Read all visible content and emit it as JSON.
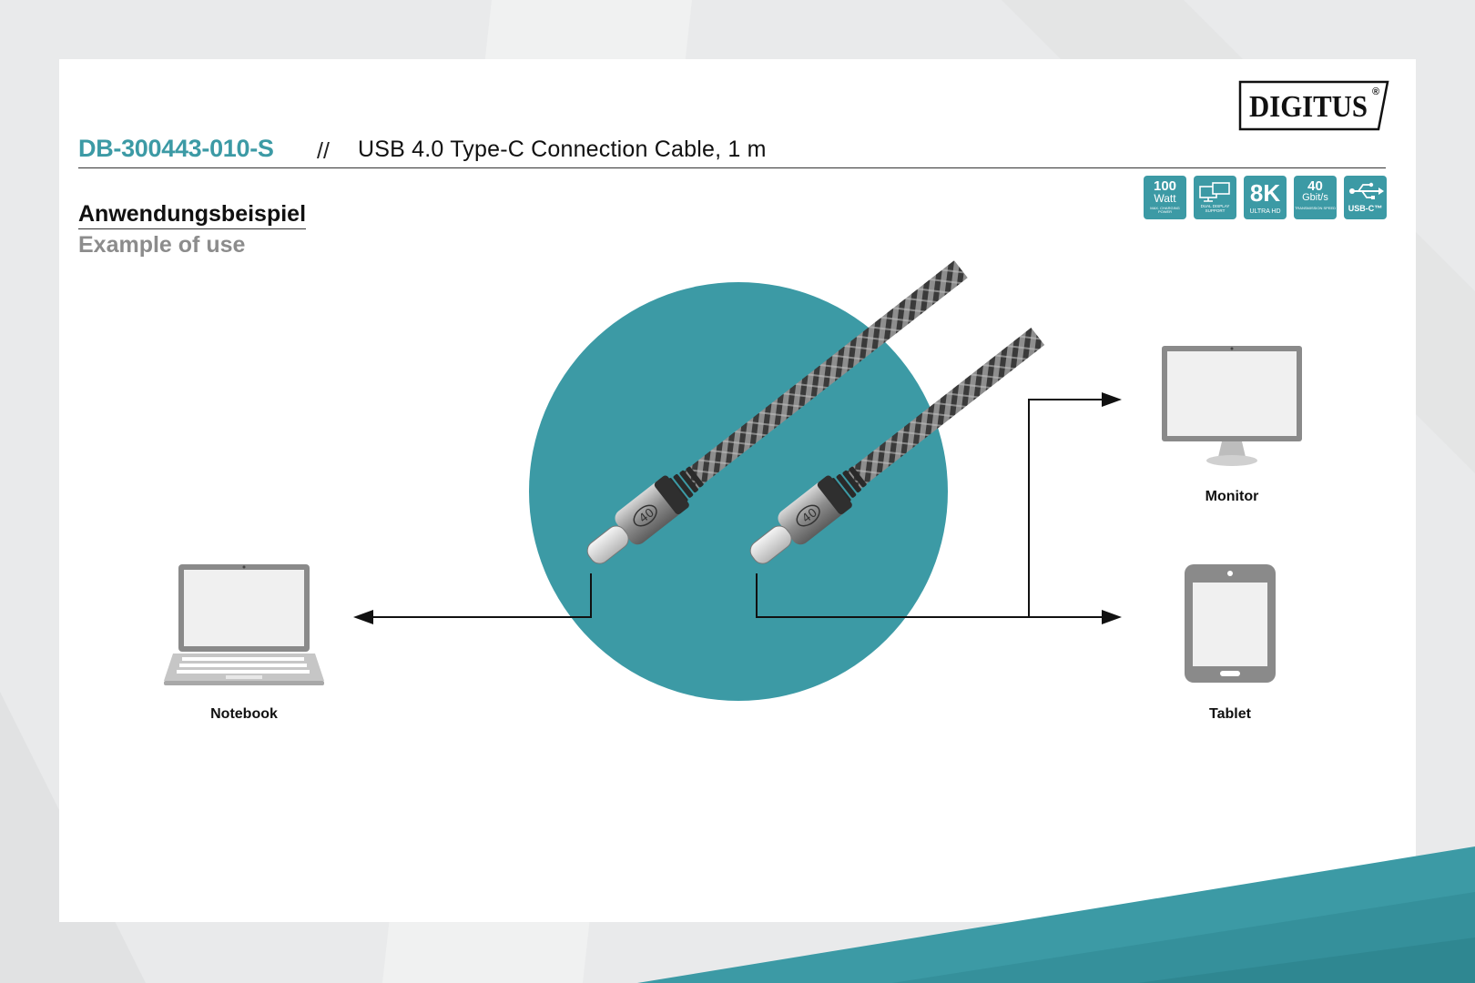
{
  "header": {
    "product_code": "DB-300443-010-S",
    "separator": "//",
    "title": "USB 4.0 Type-C Connection Cable, 1 m"
  },
  "brand": {
    "logo_text": "DIGITUS",
    "logo_mark": "®"
  },
  "section": {
    "heading_de": "Anwendungsbeispiel",
    "heading_en": "Example of use"
  },
  "badges": [
    {
      "icon": "power-icon",
      "big": "100",
      "mid": "Watt",
      "small": "max. charging power"
    },
    {
      "icon": "dual-display-icon",
      "big": "",
      "mid": "",
      "small": "DUAL DISPLAY SUPPORT"
    },
    {
      "icon": "8k-icon",
      "big": "8K",
      "mid": "",
      "small": "ULTRA HD"
    },
    {
      "icon": "speed-icon",
      "big": "40",
      "mid": "Gbit/s",
      "small": "transmission speed"
    },
    {
      "icon": "usb-c-icon",
      "big": "",
      "mid": "",
      "small": "USB-C™"
    }
  ],
  "devices": {
    "notebook": "Notebook",
    "monitor": "Monitor",
    "tablet": "Tablet"
  },
  "connector_marking": "40",
  "colors": {
    "accent": "#3c9aa5",
    "background": "#e9eaeb",
    "card": "#ffffff",
    "device_grey": "#8a8a8a"
  }
}
